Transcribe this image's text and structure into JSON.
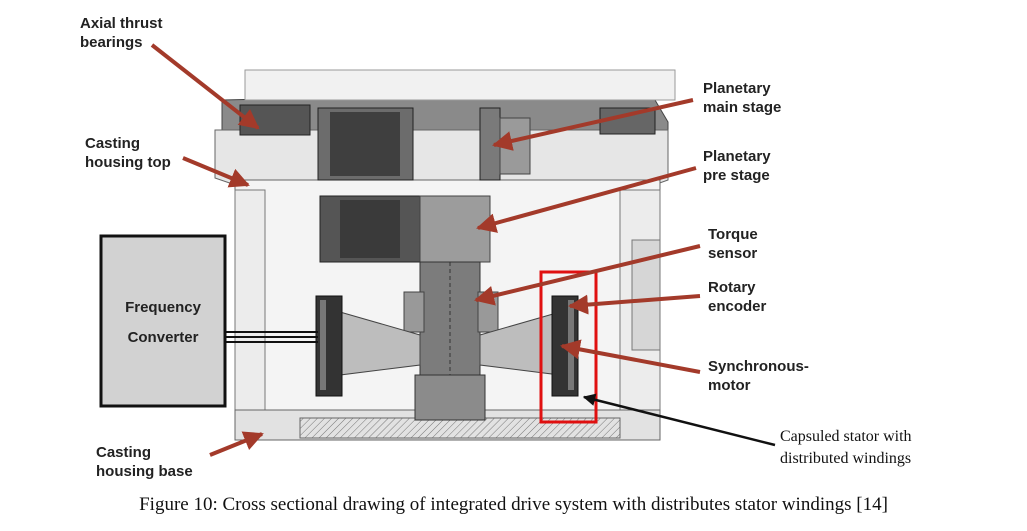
{
  "labels": {
    "axial_thrust_bearings": [
      "Axial thrust",
      "bearings"
    ],
    "casting_housing_top": [
      "Casting",
      "housing top"
    ],
    "casting_housing_base": [
      "Casting",
      "housing base"
    ],
    "planetary_main_stage": [
      "Planetary",
      "main stage"
    ],
    "planetary_pre_stage": [
      "Planetary",
      "pre stage"
    ],
    "torque_sensor": [
      "Torque",
      "sensor"
    ],
    "rotary_encoder": [
      "Rotary",
      "encoder"
    ],
    "synchronous_motor": [
      "Synchronous-",
      "motor"
    ],
    "capsuled_stator": [
      "Capsuled stator with",
      "distributed windings"
    ]
  },
  "frequency_converter": [
    "Frequency",
    "Converter"
  ],
  "caption": "Figure 10: Cross sectional drawing of integrated drive system with distributes stator windings [14]",
  "colors": {
    "arrow": "#a33a2a",
    "highlight_box": "#e01010",
    "converter_fill": "#d2d2d2"
  }
}
